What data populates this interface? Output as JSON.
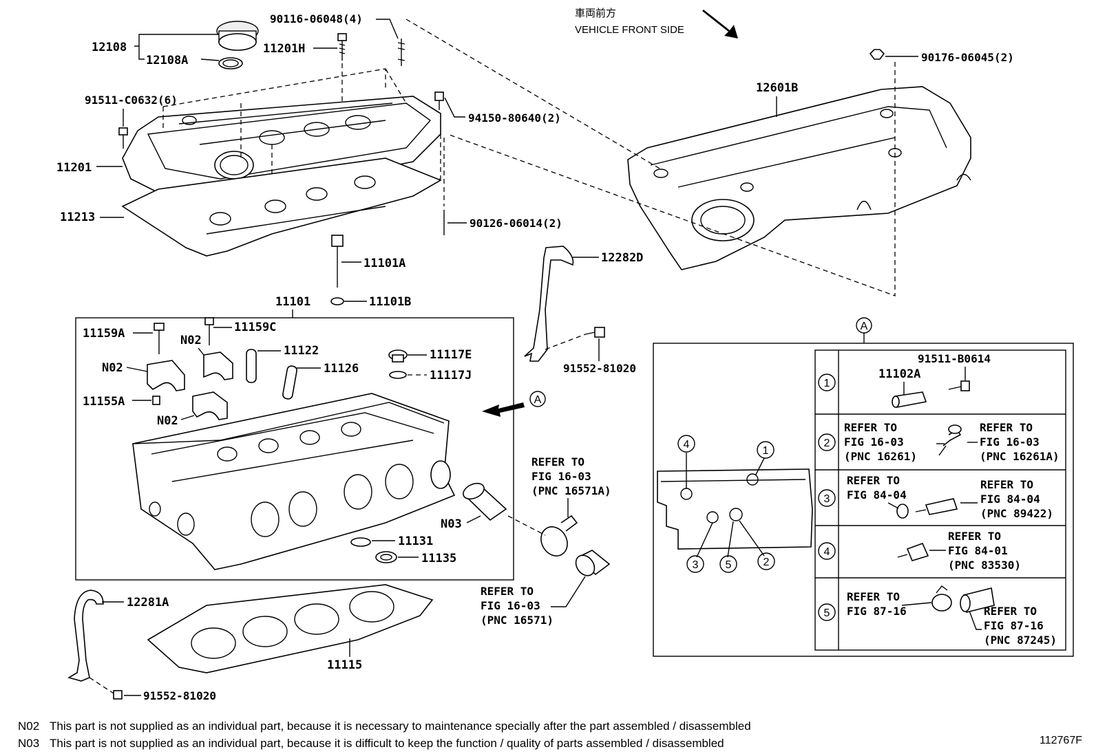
{
  "header": {
    "jp": "車両前方",
    "en": "VEHICLE FRONT SIDE"
  },
  "labels": {
    "p12108": "12108",
    "p12108A": "12108A",
    "p11201H": "11201H",
    "p90116": "90116-06048(4)",
    "p90176": "90176-06045(2)",
    "p12601B": "12601B",
    "p91511c": "91511-C0632(6)",
    "p94150": "94150-80640(2)",
    "p11201": "11201",
    "p11213": "11213",
    "p90126": "90126-06014(2)",
    "p11101A": "11101A",
    "p12282D": "12282D",
    "p11101B": "11101B",
    "p11101": "11101",
    "p11159A": "11159A",
    "p11159C": "11159C",
    "n02a": "N02",
    "n02b": "N02",
    "n02c": "N02",
    "p11122": "11122",
    "p11126": "11126",
    "p11117E": "11117E",
    "p11117J": "11117J",
    "p11155A": "11155A",
    "p91552a": "91552-81020",
    "p91552b": "91552-81020",
    "n03": "N03",
    "p11131": "11131",
    "p11135": "11135",
    "p12281A": "12281A",
    "p11115": "11115",
    "calloutA": "A",
    "calloutA2": "A"
  },
  "refs": {
    "r16571A": [
      "REFER TO",
      "FIG 16-03",
      "(PNC 16571A)"
    ],
    "r16571": [
      "REFER TO",
      "FIG 16-03",
      "(PNC 16571)"
    ]
  },
  "detail": {
    "markers": [
      "1",
      "2",
      "3",
      "4",
      "5"
    ],
    "row1": {
      "bolt": "91511-B0614",
      "part": "11102A"
    },
    "row2": {
      "left": [
        "REFER TO",
        "FIG 16-03",
        "(PNC 16261)"
      ],
      "right": [
        "REFER TO",
        "FIG 16-03",
        "(PNC 16261A)"
      ]
    },
    "row3": {
      "left": [
        "REFER TO",
        "FIG 84-04"
      ],
      "right": [
        "REFER TO",
        "FIG 84-04",
        "(PNC 89422)"
      ]
    },
    "row4": {
      "right": [
        "REFER TO",
        "FIG 84-01",
        "(PNC 83530)"
      ]
    },
    "row5": {
      "left": [
        "REFER TO",
        "FIG 87-16"
      ],
      "right": [
        "REFER TO",
        "FIG 87-16",
        "(PNC 87245)"
      ]
    }
  },
  "notes": [
    {
      "code": "N02",
      "text": "This part is not supplied as an individual part, because it is necessary to maintenance specially after the part assembled / disassembled"
    },
    {
      "code": "N03",
      "text": "This part is not supplied as an individual part, because it is difficult to keep the function / quality of parts  assembled / disassembled"
    }
  ],
  "figure_id": "112767F"
}
